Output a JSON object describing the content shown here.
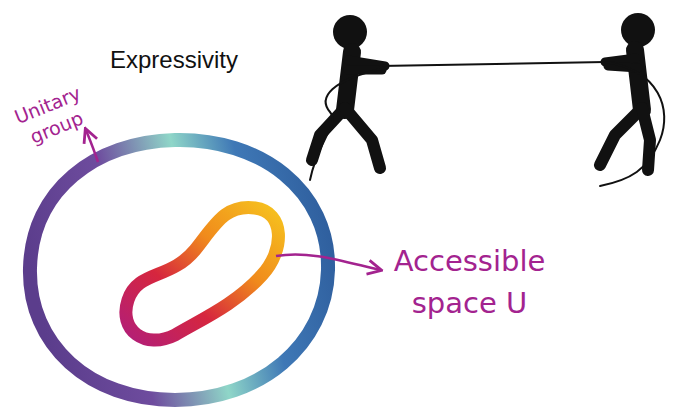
{
  "diagram": {
    "title": "Expressivity",
    "labels": [
      "Unitary group",
      "Accessible space U"
    ]
  }
}
